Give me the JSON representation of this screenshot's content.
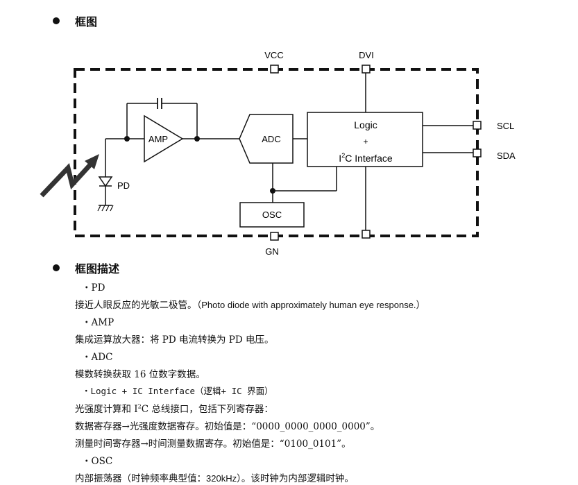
{
  "section1": {
    "title": "框图"
  },
  "diagram": {
    "pins": {
      "vcc": "VCC",
      "dvi": "DVI",
      "scl": "SCL",
      "sda": "SDA",
      "gnd": "GN"
    },
    "blocks": {
      "amp": "AMP",
      "adc": "ADC",
      "osc": "OSC",
      "logic_line1": "Logic",
      "logic_line2": "+",
      "logic_i": "I",
      "logic_sup": "2",
      "logic_rest": "C Interface",
      "pd": "PD"
    }
  },
  "section2": {
    "title": "框图描述",
    "items": [
      {
        "bullet": "・PD",
        "desc_cn": "接近人眼反应的光敏二极管。（",
        "desc_en": "Photo diode with approximately human eye response.",
        "desc_end": "）"
      },
      {
        "bullet": "・AMP",
        "desc": "集成运算放大器：将 PD 电流转换为 PD 电压。"
      },
      {
        "bullet": "・ADC",
        "desc": "模数转换获取 16 位数字数据。"
      },
      {
        "bullet": "・Logic + IC Interface（逻辑+ IC 界面）",
        "desc_lines": [
          {
            "pre": "光强度计算和 I",
            "sup": "2",
            "post": "C 总线接口，包括下列寄存器："
          },
          {
            "text": "数据寄存器→光强度数据寄存。初始值是：“0000_0000_0000_0000”。"
          },
          {
            "text": "测量时间寄存器→时间测量数据寄存。初始值是：“0100_0101”。"
          }
        ]
      },
      {
        "bullet": "・OSC",
        "desc_cn": "内部振荡器（时钟频率典型值：",
        "desc_en": "320kHz",
        "desc_end": "）。该时钟为内部逻辑时钟。"
      }
    ]
  }
}
